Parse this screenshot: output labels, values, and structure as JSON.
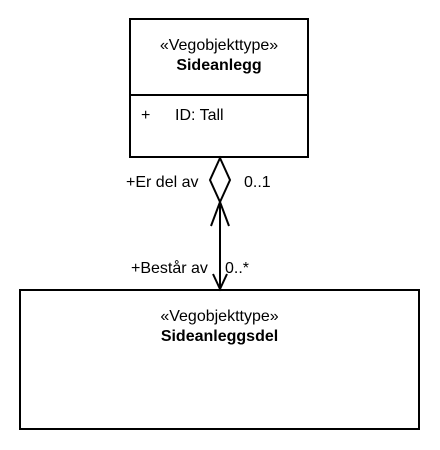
{
  "classes": {
    "sideanlegg": {
      "stereotype": "«Vegobjekttype»",
      "name": "Sideanlegg",
      "attributes": [
        {
          "visibility": "+",
          "text": "ID: Tall"
        }
      ]
    },
    "sideanleggsdel": {
      "stereotype": "«Vegobjekttype»",
      "name": "Sideanleggsdel"
    }
  },
  "association": {
    "type": "aggregation",
    "source_role": "+Er del av",
    "source_multiplicity": "0..1",
    "target_role": "+Består av",
    "target_multiplicity": "0..*",
    "line_color": "#000000"
  }
}
